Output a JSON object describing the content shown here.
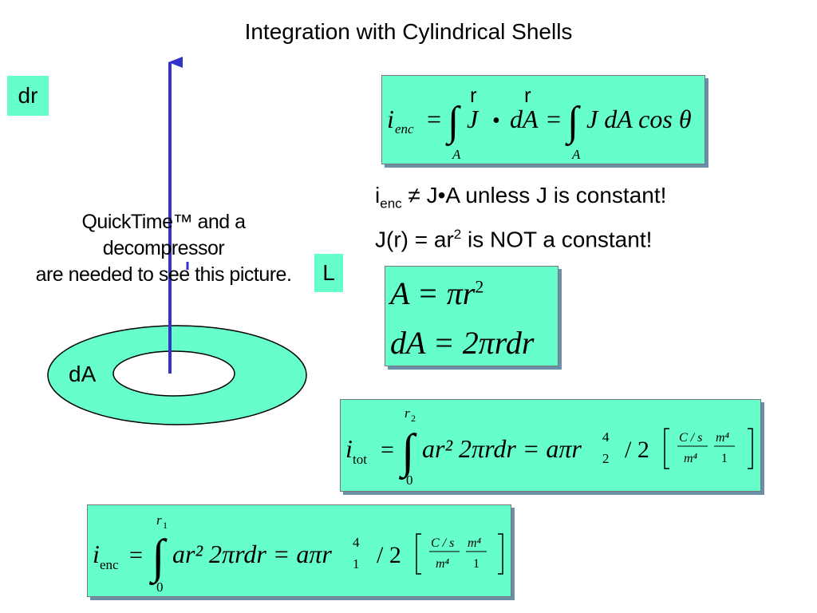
{
  "title": "Integration with Cylindrical Shells",
  "labels": {
    "dr": "dr",
    "L": "L",
    "dA": "dA"
  },
  "placeholder": {
    "line1": "QuickTime™ and a",
    "line2": "decompressor",
    "line3": "are needed to see this picture."
  },
  "notes": {
    "line1_pre": "i",
    "line1_sub": "enc",
    "line1_post": " ≠ J•A unless J is constant!",
    "line2_pre": "J(r) = ar",
    "line2_sup": "2",
    "line2_post": " is NOT a constant!"
  },
  "eq1": {
    "i": "i",
    "sub": "enc",
    "eq": "=",
    "int": "∫",
    "J": "J",
    "dot": "•",
    "dA": "dA",
    "r": "r",
    "A": "A",
    "rhs": "J dA cos θ"
  },
  "eq2": {
    "line1": "A = πr",
    "line1_sup": "2",
    "line2": "dA = 2πrdr"
  },
  "eq3": {
    "i": "i",
    "sub": "tot",
    "upper": "r",
    "upper_sub": "2",
    "lower": "0",
    "body": "ar² 2πrdr = aπr",
    "r_sub": "2",
    "r_sup": "4",
    "div": "/ 2",
    "u1_num": "C / s",
    "u1_den": "m⁴",
    "u2_num": "m⁴",
    "u2_den": "1"
  },
  "eq4": {
    "i": "i",
    "sub": "enc",
    "upper": "r",
    "upper_sub": "1",
    "lower": "0",
    "body": "ar² 2πrdr = aπr",
    "r_sub": "1",
    "r_sup": "4",
    "div": "/ 2",
    "u1_num": "C / s",
    "u1_den": "m⁴",
    "u2_num": "m⁴",
    "u2_den": "1"
  },
  "colors": {
    "box_fill": "#66ffcc",
    "arrow": "#3333cc",
    "shadow": "#6c8fa8"
  }
}
